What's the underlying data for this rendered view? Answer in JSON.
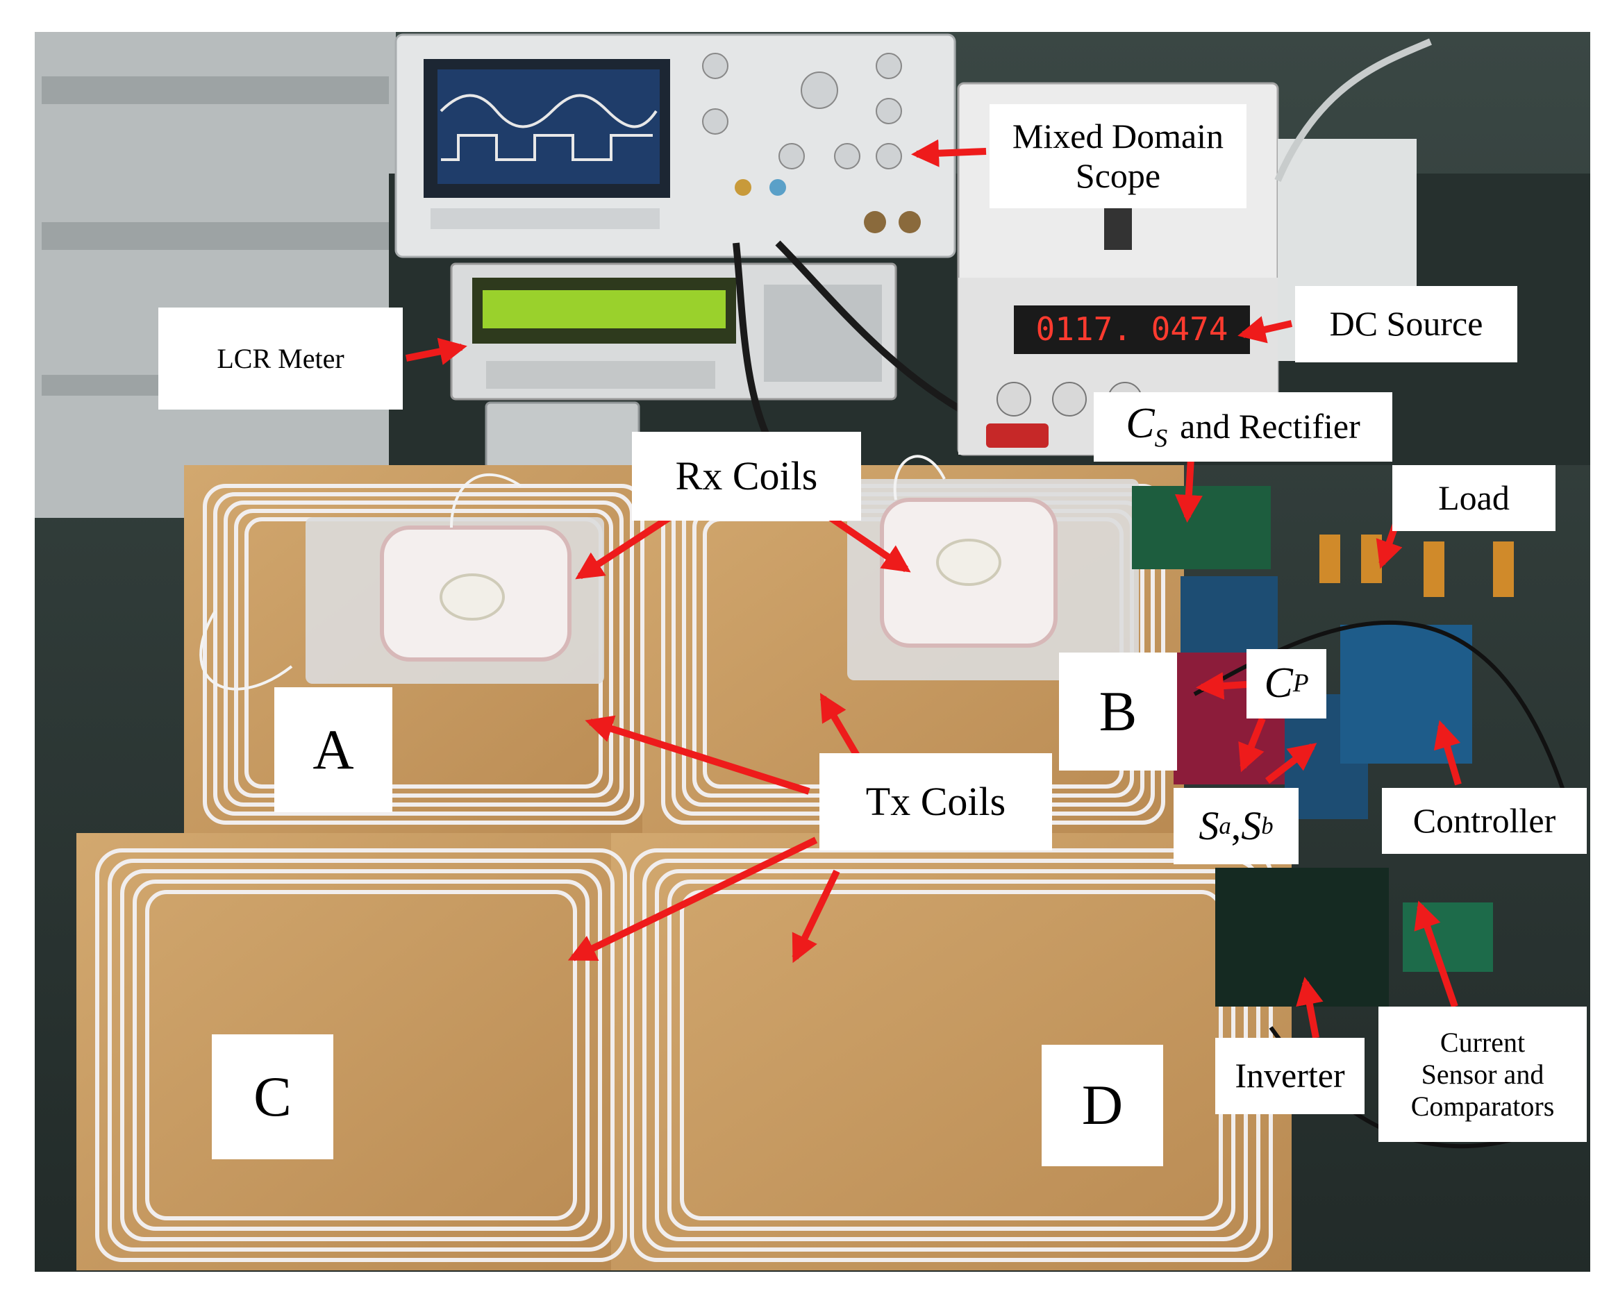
{
  "colors": {
    "arrow": "#ee1b1b",
    "label_bg": "#ffffff",
    "label_text": "#000000",
    "tx_coil_wire": "#f1eeee",
    "board": "#c69a62",
    "background_floor": "#2a3633"
  },
  "labels": {
    "mixed_domain_scope": "Mixed Domain\nScope",
    "lcr_meter": "LCR Meter",
    "dc_source": "DC Source",
    "cs_rectifier": {
      "symbol": "C",
      "subscript": "S",
      "text": "and Rectifier"
    },
    "load": "Load",
    "rx_coils": "Rx Coils",
    "cp": {
      "symbol": "C",
      "subscript": "P"
    },
    "tx_coils": "Tx Coils",
    "sa_sb": {
      "s1": "S",
      "sub1": "a",
      "sep": " ,",
      "s2": "S",
      "sub2": "b"
    },
    "controller": "Controller",
    "inverter": "Inverter",
    "current_sensor": "Current\nSensor and\nComparators",
    "pad_a": "A",
    "pad_b": "B",
    "pad_c": "C",
    "pad_d": "D"
  },
  "devices": {
    "dc_display": "0117. 0474"
  }
}
